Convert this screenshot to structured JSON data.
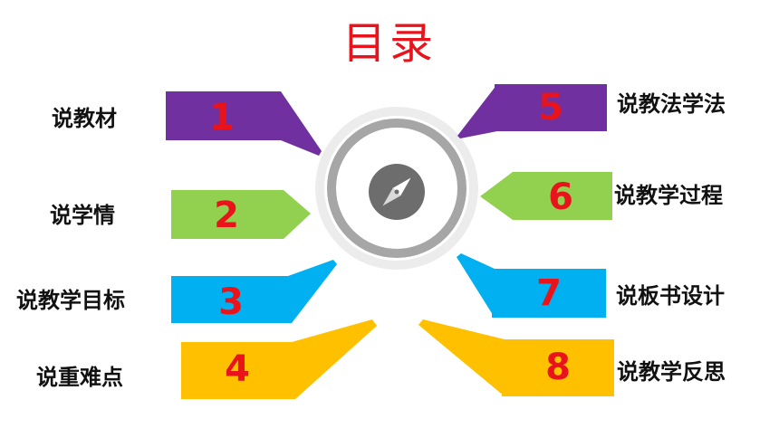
{
  "title": "目录",
  "colors": {
    "title": "#e8131b",
    "number": "#e8131b",
    "purple": "#7030a0",
    "green": "#92d050",
    "blue": "#00b0f0",
    "yellow": "#ffc000",
    "ring_outer": "#e8e8e8",
    "ring_inner": "#9e9e9e",
    "compass_bg": "#6d6d6d"
  },
  "items": [
    {
      "num": "1",
      "label": "说教材"
    },
    {
      "num": "2",
      "label": "说学情"
    },
    {
      "num": "3",
      "label": "说教学目标"
    },
    {
      "num": "4",
      "label": "说重难点"
    },
    {
      "num": "5",
      "label": "说教法学法"
    },
    {
      "num": "6",
      "label": "说教学过程"
    },
    {
      "num": "7",
      "label": "说板书设计"
    },
    {
      "num": "8",
      "label": "说教学反思"
    }
  ],
  "center_icon": "compass-icon"
}
